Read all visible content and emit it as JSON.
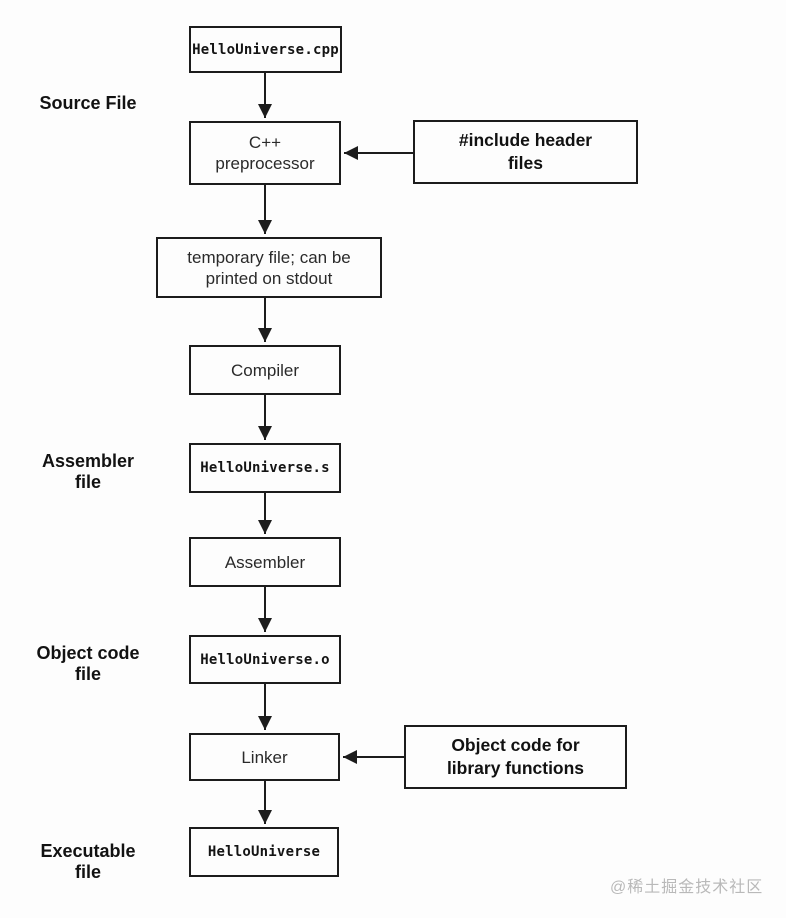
{
  "flowchart": {
    "nodes": {
      "source_file": {
        "label": "HelloUniverse.cpp"
      },
      "preprocessor": {
        "label": "C++\npreprocessor"
      },
      "include_headers": {
        "label": "#include header\nfiles"
      },
      "temp_file": {
        "label": "temporary file; can be\nprinted on stdout"
      },
      "compiler": {
        "label": "Compiler"
      },
      "assembly_file": {
        "label": "HelloUniverse.s"
      },
      "assembler": {
        "label": "Assembler"
      },
      "object_file": {
        "label": "HelloUniverse.o"
      },
      "linker": {
        "label": "Linker"
      },
      "library_objects": {
        "label": "Object code for\nlibrary functions"
      },
      "executable_file": {
        "label": "HelloUniverse"
      }
    },
    "stage_labels": {
      "source": "Source File",
      "assembler": "Assembler\nfile",
      "object_code": "Object code\nfile",
      "executable": "Executable\nfile"
    },
    "colors": {
      "background": "#fdfdfd",
      "box_border": "#1c1c1c",
      "text": "#141414",
      "watermark": "#b9b9b9"
    }
  },
  "watermark": {
    "text": "@稀土掘金技术社区"
  }
}
